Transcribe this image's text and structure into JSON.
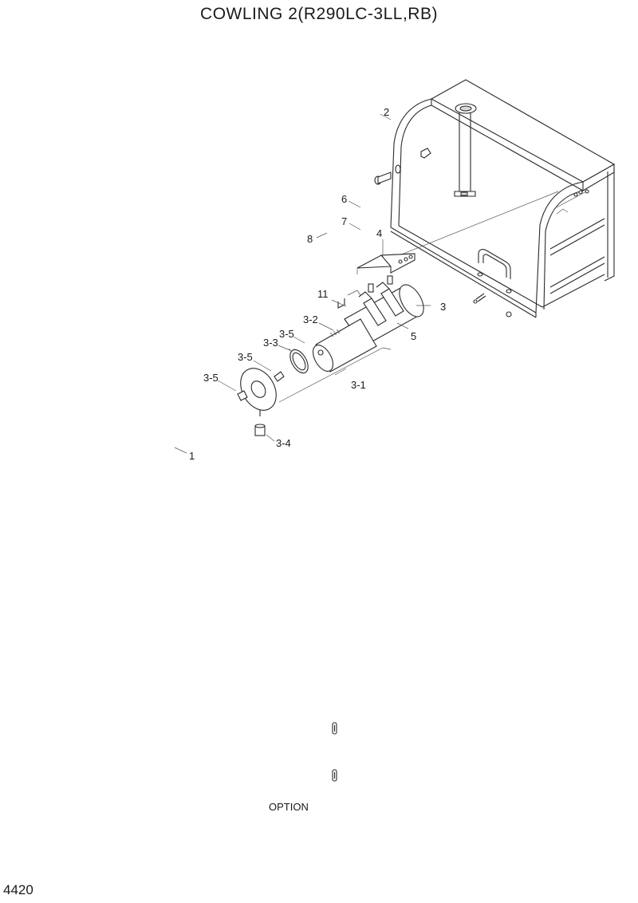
{
  "title": "COWLING 2(R290LC-3LL,RB)",
  "callouts": {
    "c1": "1",
    "c2": "2",
    "c3": "3",
    "c3_1": "3-1",
    "c3_2": "3-2",
    "c3_3": "3-3",
    "c3_4": "3-4",
    "c3_5a": "3-5",
    "c3_5b": "3-5",
    "c3_5c": "3-5",
    "c4": "4",
    "c5": "5",
    "c6": "6",
    "c7": "7",
    "c8": "8",
    "c11": "11"
  },
  "option_label": "OPTION",
  "page_number": "4420"
}
